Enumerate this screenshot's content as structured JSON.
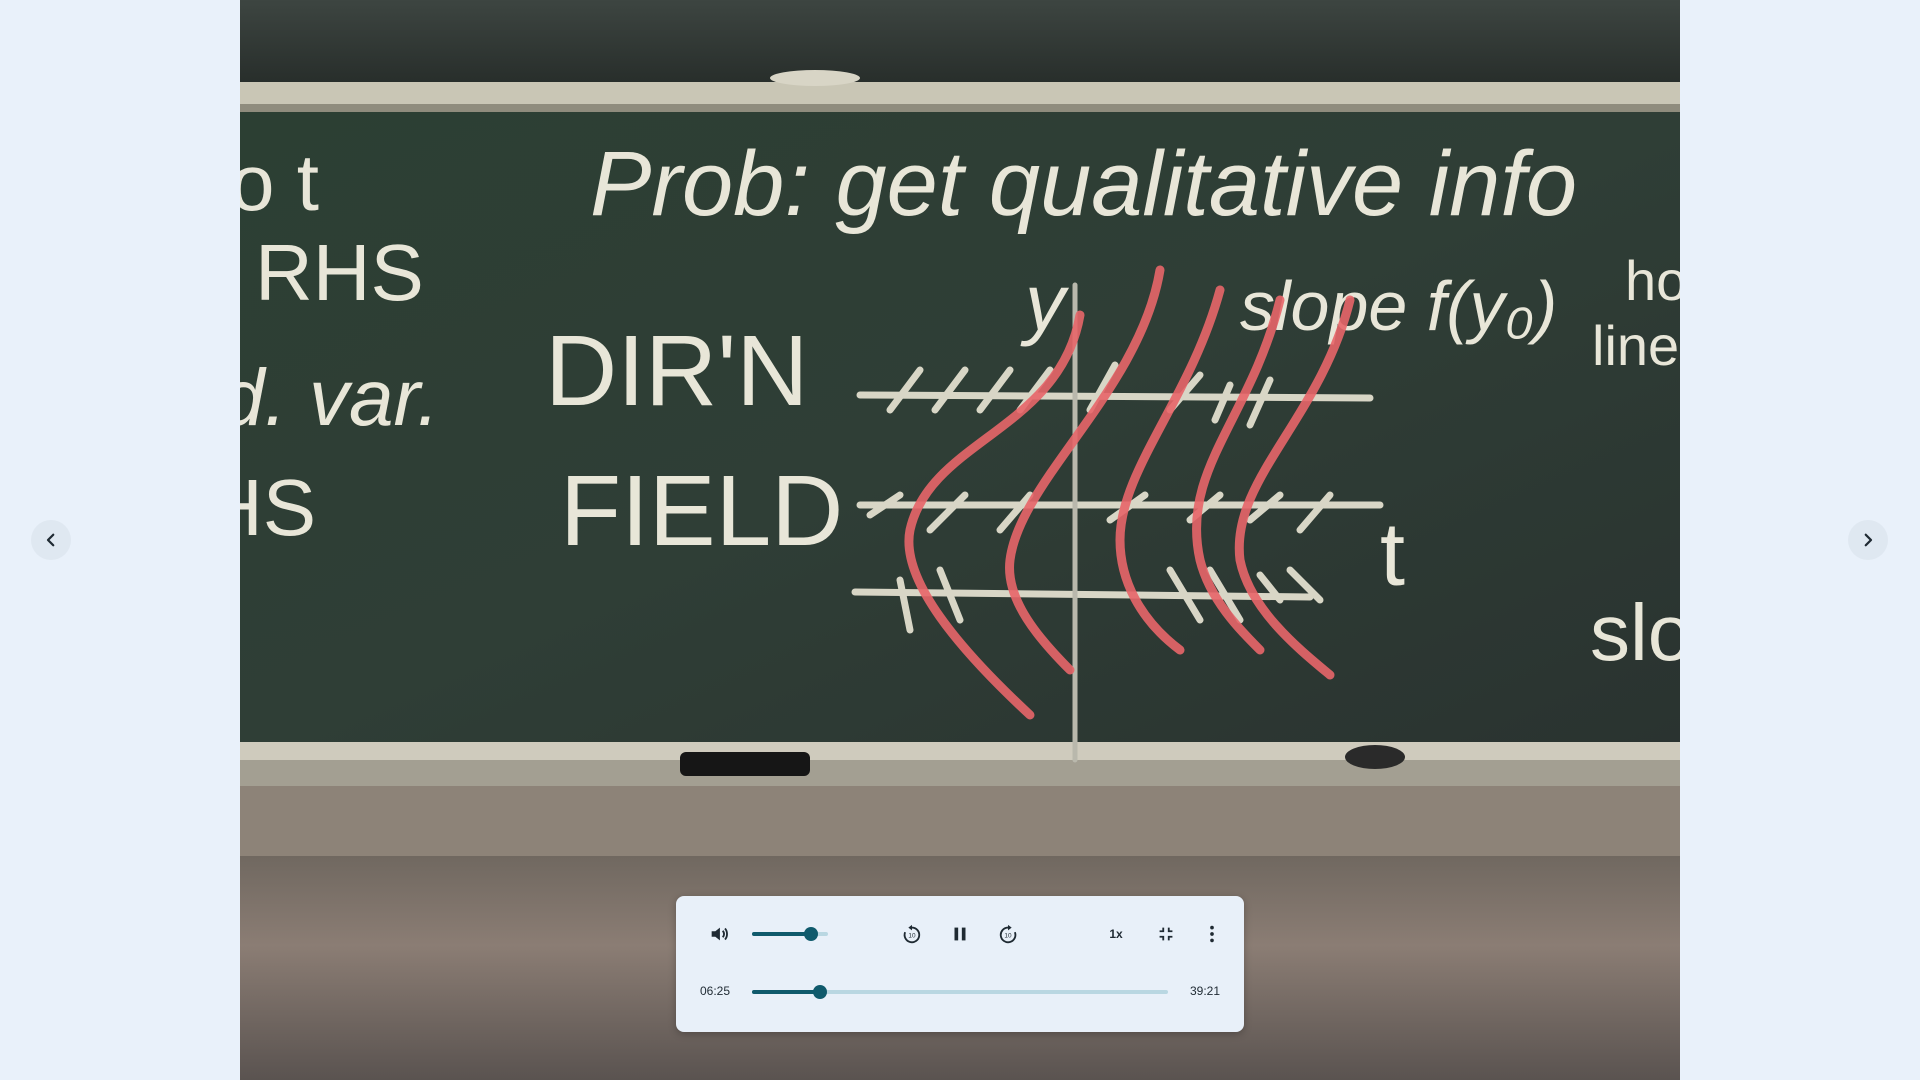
{
  "navigation": {
    "prev_icon": "chevron-left-icon",
    "next_icon": "chevron-right-icon"
  },
  "video": {
    "board_text": {
      "line1": "Prob: get qualitative info",
      "dir": "DIR'N",
      "field": "FIELD",
      "slope": "slope f(y₀)",
      "t_label": "t",
      "y_label": "y",
      "left_fragments": [
        "o t",
        "RHS",
        "d. var.",
        "HS"
      ],
      "right_fragments": [
        "ho",
        "line",
        "slo"
      ]
    }
  },
  "player": {
    "volume": 0.78,
    "progress": 0.163,
    "current_time": "06:25",
    "duration": "39:21",
    "speed_label": "1x",
    "icons": {
      "volume": "volume-icon",
      "rewind": "rewind-10-icon",
      "pause": "pause-icon",
      "forward": "forward-10-icon",
      "exit_fullscreen": "exit-fullscreen-icon",
      "more": "more-vertical-icon"
    },
    "colors": {
      "accent": "#0f5a6c",
      "track": "#b9d7e2",
      "panel": "#e8f0f9"
    }
  }
}
